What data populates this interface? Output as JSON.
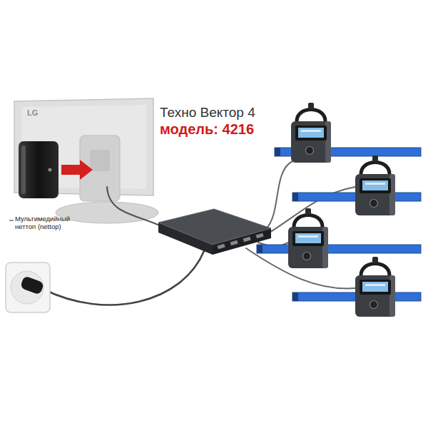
{
  "diagram": {
    "title": "Техно Вектор 4",
    "labels": [
      "модель: 4216",
      "LG",
      "Мультимедийный неттоп (nettop)"
    ]
  }
}
